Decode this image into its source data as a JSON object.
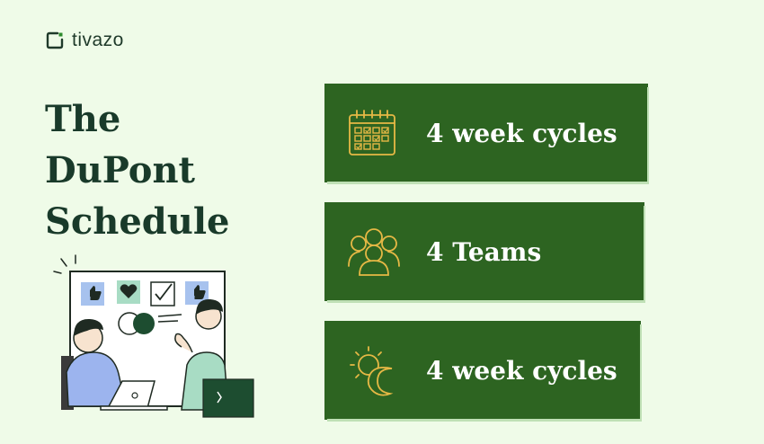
{
  "brand": {
    "name": "tivazo",
    "accent": "#2e8b2e"
  },
  "title_lines": [
    "The",
    "DuPont",
    "Schedule"
  ],
  "cards": [
    {
      "label": "4 week cycles",
      "icon": "calendar-icon"
    },
    {
      "label": "4 Teams",
      "icon": "team-icon"
    },
    {
      "label": "4 week cycles",
      "icon": "sun-moon-icon"
    }
  ],
  "colors": {
    "background": "#effbe8",
    "card": "#2d6421",
    "icon_stroke": "#e6b845",
    "title": "#193a2a"
  },
  "illustration": "people-at-whiteboard-illustration"
}
